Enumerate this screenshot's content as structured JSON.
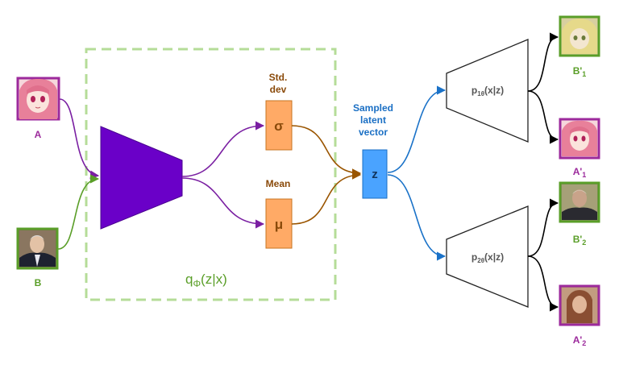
{
  "colors": {
    "purple": "#7a1fa2",
    "encoder": "#6a00c8",
    "green": "#5a9e28",
    "dashed_box": "#b5dc98",
    "orange_fill": "#ffaa66",
    "orange_text": "#8a4a0a",
    "brown_arrow": "#9a5500",
    "blue_fill": "#4aa3ff",
    "blue_text": "#1a6fc4",
    "blue_arrow": "#1a72c8",
    "decoder_text": "#555555",
    "magenta_label": "#9c2a9c",
    "green_label": "#5a9e28"
  },
  "inputs": {
    "a_label": "A",
    "b_label": "B",
    "a_image": "anime-face",
    "b_image": "man-face"
  },
  "encoder": {
    "std_title": "Std.",
    "std_title_2": "dev",
    "std_symbol": "σ",
    "mean_title": "Mean",
    "mean_symbol": "μ",
    "posterior_q": "q",
    "posterior_sub": "Φ",
    "posterior_rest": "(z|x)"
  },
  "latent": {
    "title_1": "Sampled",
    "title_2": "latent",
    "title_3": "vector",
    "symbol": "z"
  },
  "decoders": [
    {
      "p": "p",
      "sub": "1θ",
      "rest": "(x|z)"
    },
    {
      "p": "p",
      "sub": "2θ",
      "rest": "(x|z)"
    }
  ],
  "outputs": [
    {
      "label": "B'",
      "sub": "1",
      "image": "anime-face-blonde"
    },
    {
      "label": "A'",
      "sub": "1",
      "image": "anime-face"
    },
    {
      "label": "B'",
      "sub": "2",
      "image": "man-face-blurry"
    },
    {
      "label": "A'",
      "sub": "2",
      "image": "woman-face-blurry"
    }
  ]
}
